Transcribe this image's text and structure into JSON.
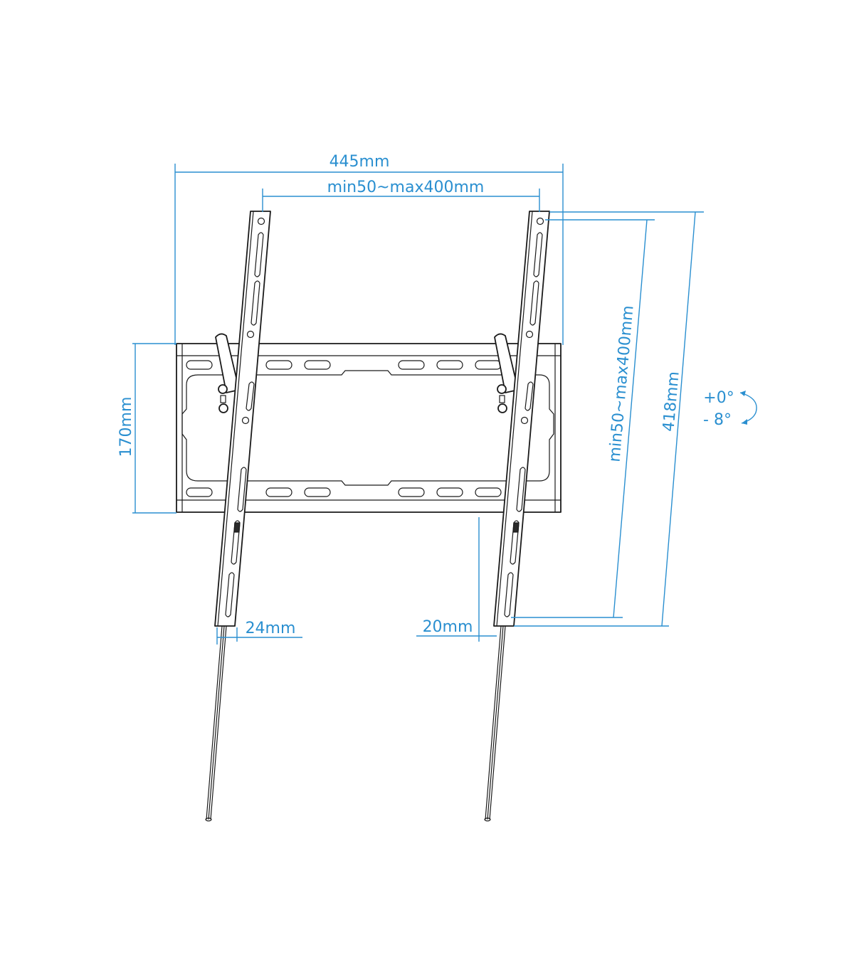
{
  "diagram": {
    "subject": "Tilting TV wall mount bracket",
    "colors": {
      "dimension": "#2a8fd0",
      "outline": "#1a1a1a",
      "background": "#ffffff"
    },
    "dimensions": {
      "overall_width": "445mm",
      "vesa_horizontal": "min50~max400mm",
      "vesa_vertical": "min50~max400mm",
      "arm_height": "418mm",
      "plate_height": "170mm",
      "arm_width": "24mm",
      "wall_gap": "20mm"
    },
    "tilt": {
      "upper": "+0°",
      "lower": "- 8°",
      "icon": "curved-tilt-arrow-icon"
    },
    "parts": {
      "wall_plate": {
        "slots_per_row": 6,
        "rows": 2
      },
      "tv_arms": {
        "count": 2
      },
      "safety_cords": {
        "count": 2
      }
    }
  }
}
